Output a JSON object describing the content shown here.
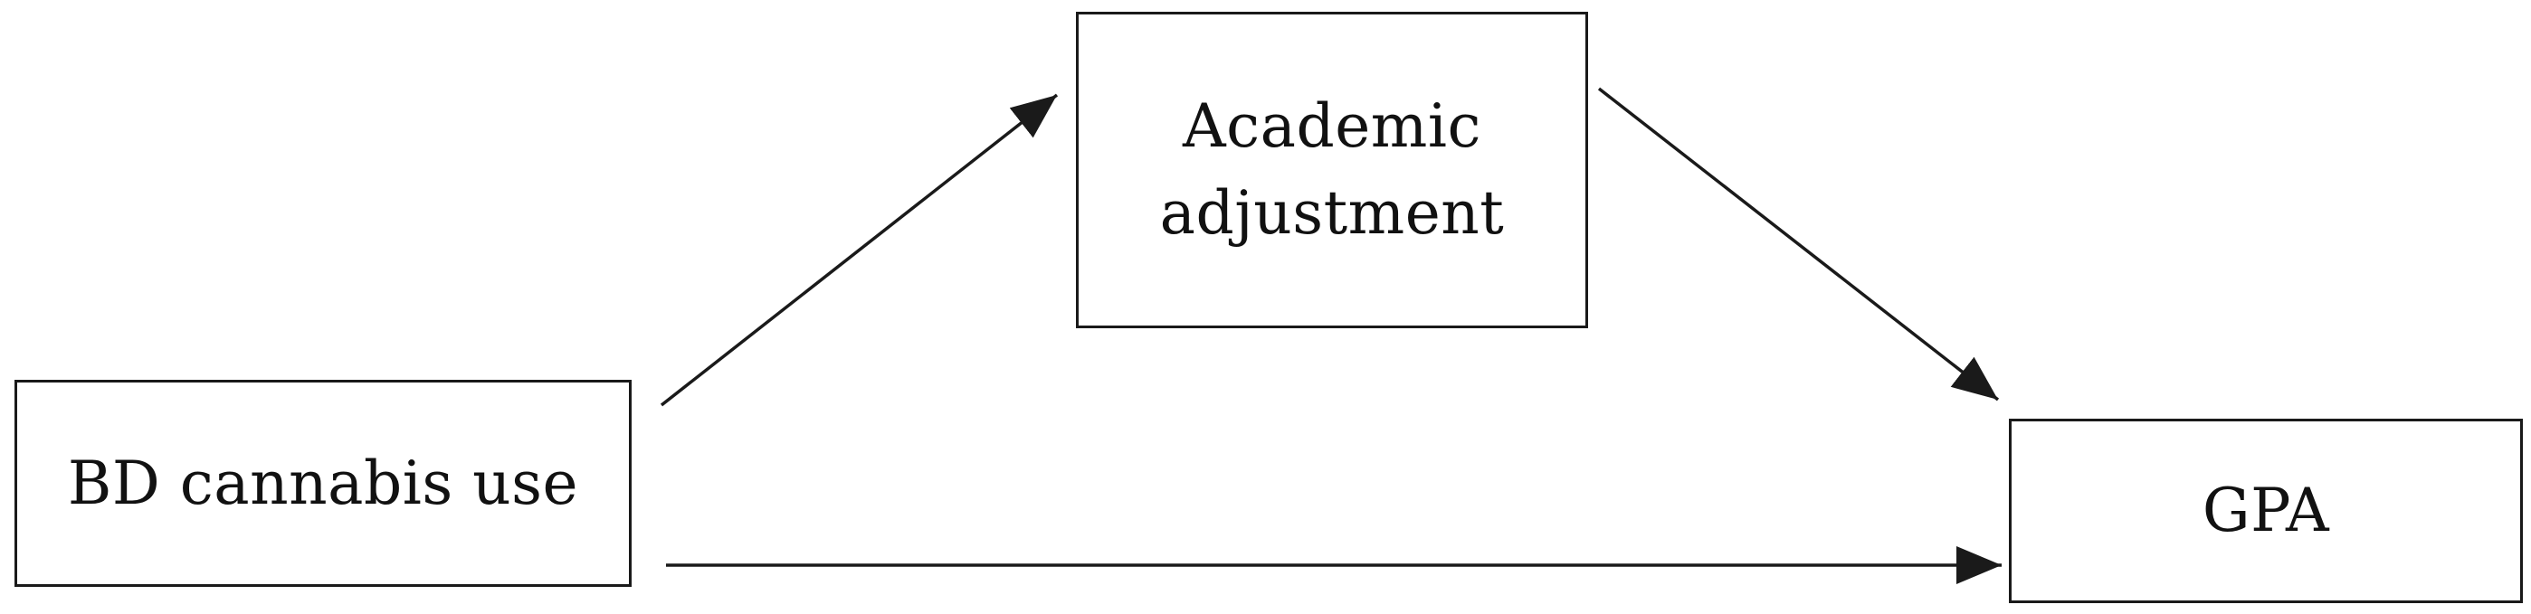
{
  "diagram": {
    "nodes": {
      "predictor": {
        "label": "BD cannabis use"
      },
      "mediator": {
        "label_line1": "Academic",
        "label_line2": "adjustment"
      },
      "outcome": {
        "label": "GPA"
      }
    },
    "edges": [
      {
        "from": "predictor",
        "to": "mediator"
      },
      {
        "from": "mediator",
        "to": "outcome"
      },
      {
        "from": "predictor",
        "to": "outcome"
      }
    ],
    "colors": {
      "stroke": "#1a1a1a",
      "text": "#111111",
      "background": "#ffffff"
    }
  }
}
